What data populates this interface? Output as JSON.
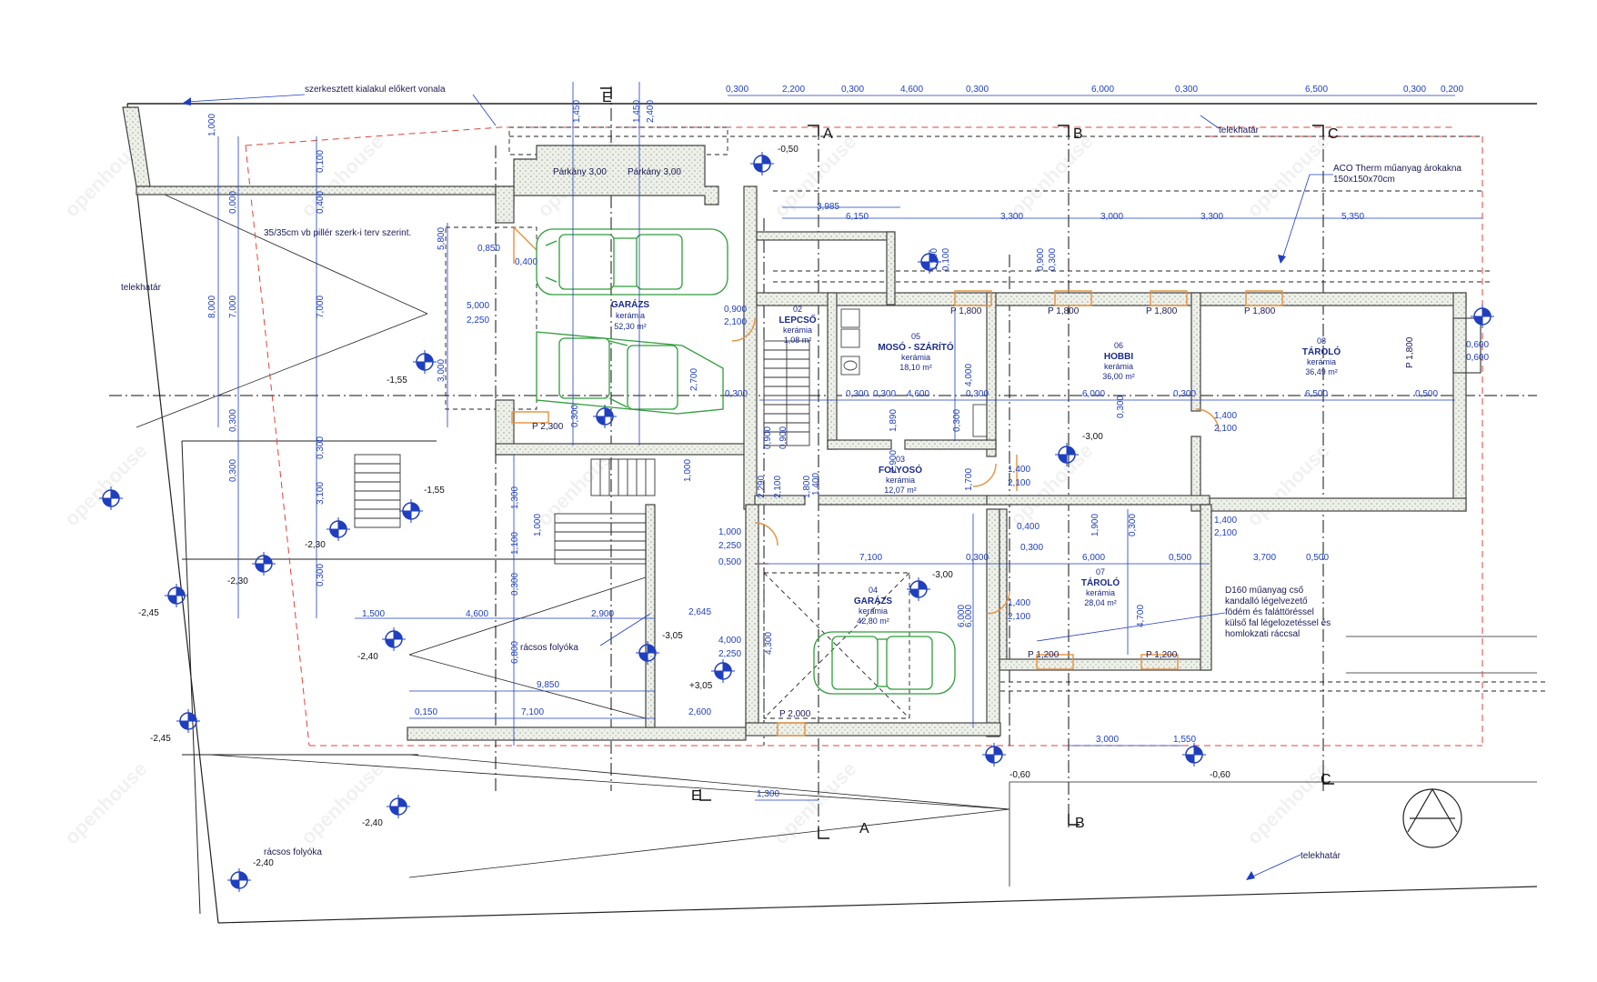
{
  "colors": {
    "wall": "#555555",
    "wall_fill": "#e8ede2",
    "dimension": "#1f3fbf",
    "car": "#2e9e3a",
    "boundary": "#e0453a",
    "axis": "#111111",
    "opening": "#e8903a"
  },
  "top_notes": {
    "setback_line": "szerkesztett kialakul előkert vonala",
    "pillar": "35/35cm vb pillér szerk-i terv szerint.",
    "boundary_top": "telekhatár",
    "boundary_left": "telekhatár",
    "boundary_bottom": "telekhatár",
    "aco": "ACO Therm műanyag árokakna",
    "aco_size": "150x150x70cm",
    "parkany1": "Párkány 3,00",
    "parkany2": "Párkány 3,00"
  },
  "duct_note": [
    "D160 műanyag cső",
    "kandalló légelvezető",
    "födém és faláttöréssel",
    "külső fal légelozetéssel és",
    "homlokzati ráccsal"
  ],
  "drain_labels": {
    "drain1": "rácsos folyóka",
    "drain2": "rácsos folyóka"
  },
  "axes": {
    "a": "A",
    "b": "B",
    "c": "C",
    "e": "E"
  },
  "rooms": [
    {
      "num": "",
      "name": "GARÁZS",
      "floor": "kerámia",
      "area": "52,30 m²"
    },
    {
      "num": "02",
      "name": "LEPCSŐ",
      "floor": "kerámia",
      "area": "1,08 m²"
    },
    {
      "num": "05",
      "name": "MOSÓ - SZÁRÍTÓ",
      "floor": "kerámia",
      "area": "18,10 m²"
    },
    {
      "num": "06",
      "name": "HOBBI",
      "floor": "kerámia",
      "area": "36,00 m²"
    },
    {
      "num": "08",
      "name": "TÁROLÓ",
      "floor": "kerámia",
      "area": "36,49 m²"
    },
    {
      "num": "03",
      "name": "FOLYOSÓ",
      "floor": "kerámia",
      "area": "12,07 m²"
    },
    {
      "num": "04",
      "name": "GARÁZS",
      "floor": "kerámia",
      "area": "42,80 m²"
    },
    {
      "num": "07",
      "name": "TÁROLÓ",
      "floor": "kerámia",
      "area": "28,04 m²"
    }
  ],
  "levels": {
    "l1": "-1,55",
    "l2": "-1,55",
    "l3": "-2,30",
    "l4": "-2,30",
    "l5": "-2,45",
    "l6": "-2,40",
    "l7": "-2,45",
    "l8": "-3,05",
    "l9": "+3,05",
    "l10": "-2,40",
    "l11": "-2,40",
    "l12": "-3,00",
    "l13": "-3,00",
    "l14": "-0,60",
    "l15": "-0,60",
    "l16": "-0,50"
  },
  "pillars": {
    "p1": "P 2,300",
    "p2": "P 1,800",
    "p3": "P 1,800",
    "p4": "P 1,800",
    "p5": "P 1,800",
    "p6": "P 1,800",
    "p7": "P 1,200",
    "p8": "P 1,200",
    "p9": "P 2,000"
  },
  "dims_top": [
    "0,300",
    "2,200",
    "0,300",
    "4,600",
    "0,300",
    "6,000",
    "0,300",
    "6,500",
    "0,300",
    "0,200"
  ],
  "dims_row2": {
    "a": "3,985",
    "b": "6,150",
    "c": "3,300",
    "d": "3,000",
    "e": "3,300",
    "f": "5,350"
  },
  "dims_row_mid": [
    "0,300",
    "4,600",
    "0,300",
    "6,000",
    "0,300",
    "6,500",
    "0,500"
  ],
  "dims_row_mid2": {
    "a": "7,100",
    "b": "0,300",
    "c": "6,000",
    "d": "0,500",
    "e": "3,700",
    "f": "0,500"
  },
  "dims_left": {
    "a": "1,000",
    "b": "0,100",
    "c": "0,400",
    "d": "8,000",
    "e": "7,000",
    "f": "7,000",
    "g": "0,300",
    "h": "0,300",
    "i": "3,100",
    "j": "0,300",
    "k": "0,300",
    "l": "0,000",
    "m": "5,800"
  },
  "dims_misc": {
    "d1": "0,850",
    "d2": "0,400",
    "d3": "5,000",
    "d4": "2,250",
    "d5": "3,000",
    "d6": "0,900",
    "d7": "2,100",
    "d8": "0,300",
    "d9": "1,000",
    "d10": "1,000",
    "d11": "2,700",
    "d12": "0,300",
    "d13": "1,400",
    "d14": "2,100",
    "d15": "1,400",
    "d16": "2,100",
    "d17": "1,400",
    "d18": "2,100",
    "d19": "1,000",
    "d20": "2,250",
    "d21": "0,500",
    "d22": "4,000",
    "d23": "2,250",
    "d24": "2,645",
    "d25": "1,500",
    "d26": "4,600",
    "d27": "2,900",
    "d28": "9,850",
    "d29": "0,150",
    "d30": "7,100",
    "d31": "2,600",
    "d32": "1,300",
    "d33": "3,000",
    "d34": "1,550",
    "d35": "0,600",
    "d36": "0,600",
    "d37": "0,400",
    "d38": "0,300",
    "d39": "1,700",
    "d40": "4,000",
    "d41": "6,000",
    "d42": "4,700",
    "d43": "6,800",
    "d44": "1,100",
    "d45": "0,300",
    "d46": "1,900",
    "d47": "1,400",
    "d48": "2,100",
    "d49": "0,300",
    "d50": "1,890",
    "d51": "2,900",
    "d52": "0,300",
    "d53": "2,290",
    "d54": "2,100",
    "d55": "1,800",
    "d56": "0,900",
    "d57": "0,900",
    "d58": "0,300",
    "d59": "0,300",
    "d60": "1,450",
    "d61": "1,400",
    "d62": "1,450",
    "d63": "2,400",
    "d64": "4,300",
    "d65": "6,000",
    "d66": "1,200",
    "d67": "0,900",
    "d68": "0,100",
    "d69": "0,300",
    "d70": "1,300"
  },
  "watermark": "openhouse"
}
